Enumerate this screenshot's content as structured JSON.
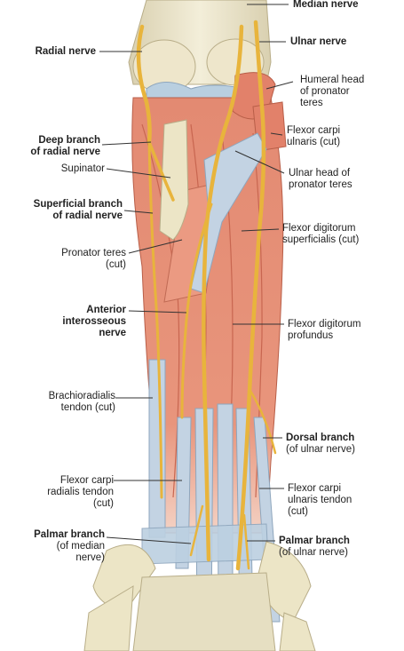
{
  "labels": {
    "median_nerve": "Median nerve",
    "radial_nerve": "Radial nerve",
    "ulnar_nerve": "Ulnar nerve",
    "humeral_head": [
      "Humeral head",
      "of pronator",
      "teres"
    ],
    "deep_branch": [
      "Deep branch",
      "of radial nerve"
    ],
    "fcu_cut": [
      "Flexor carpi",
      "ulnaris (cut)"
    ],
    "supinator": "Supinator",
    "ulnar_head": [
      "Ulnar head of",
      "pronator teres"
    ],
    "superficial_branch": [
      "Superficial branch",
      "of radial nerve"
    ],
    "fds": [
      "Flexor digitorum",
      "superficialis (cut)"
    ],
    "pronator_teres_cut": [
      "Pronator teres",
      "(cut)"
    ],
    "anterior_interosseous": [
      "Anterior",
      "interosseous",
      "nerve"
    ],
    "fdp": [
      "Flexor digitorum",
      "profundus"
    ],
    "brachioradialis": [
      "Brachioradialis",
      "tendon (cut)"
    ],
    "dorsal_branch": [
      "Dorsal branch",
      "(of ulnar nerve)"
    ],
    "fcr_tendon": [
      "Flexor carpi",
      "radialis tendon",
      "(cut)"
    ],
    "fcu_tendon": [
      "Flexor carpi",
      "ulnaris tendon",
      "(cut)"
    ],
    "palmar_median": [
      "Palmar branch",
      "(of median",
      "nerve)"
    ],
    "palmar_ulnar": [
      "Palmar branch",
      "(of ulnar nerve)"
    ]
  },
  "colors": {
    "muscle": "#e2816a",
    "muscle_light": "#f0b09c",
    "bone": "#e9e2c8",
    "cartilage": "#b9cfe0",
    "tendon": "#c3d3e3",
    "nerve": "#e8b43c",
    "leader": "#333333"
  }
}
